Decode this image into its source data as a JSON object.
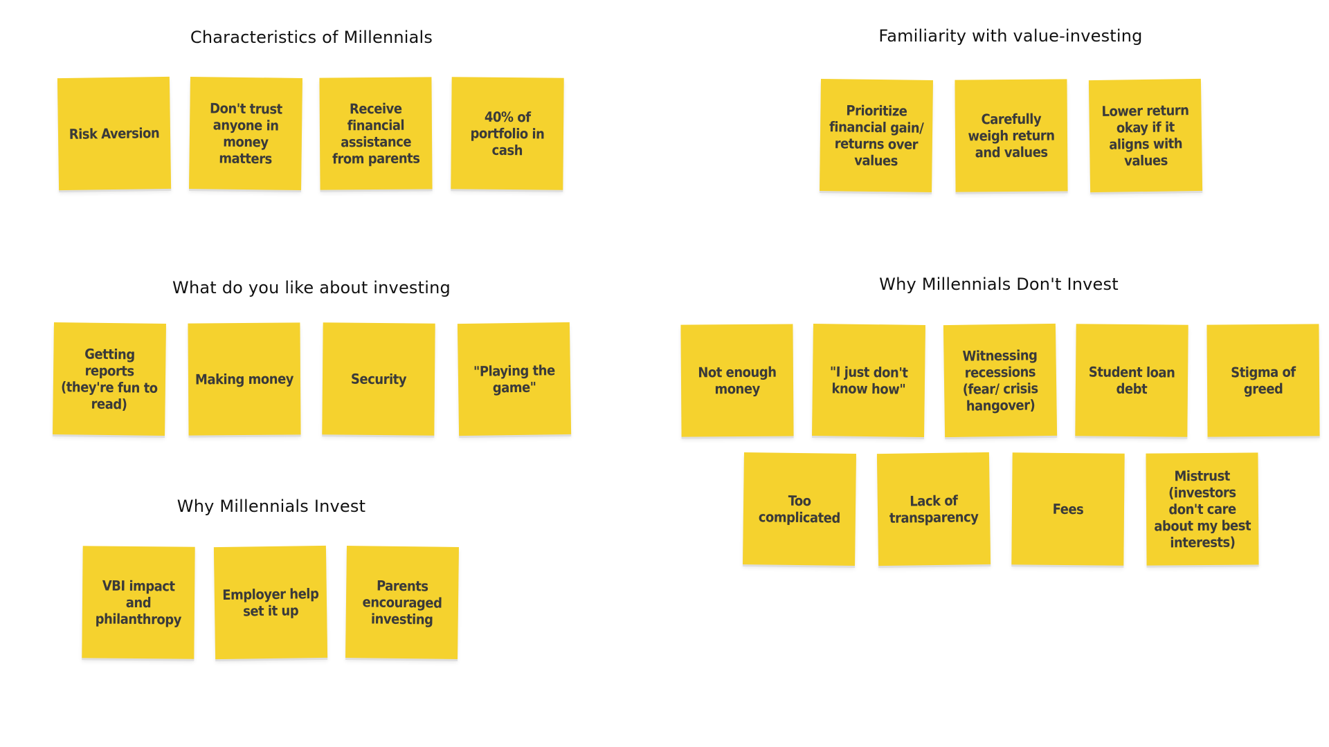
{
  "colors": {
    "note": "#f5d22e",
    "text": "#3a3a3a",
    "heading": "#111111"
  },
  "groups": {
    "characteristics": {
      "title": "Characteristics of Millennials",
      "notes": [
        "Risk Aversion",
        "Don't trust anyone in money matters",
        "Receive financial assistance from parents",
        "40% of portfolio in cash"
      ]
    },
    "familiarity": {
      "title": "Familiarity with value-investing",
      "notes": [
        "Prioritize financial gain/ returns over values",
        "Carefully weigh return and values",
        "Lower return okay if it aligns with values"
      ]
    },
    "like": {
      "title": "What do you like about investing",
      "notes": [
        "Getting reports (they're fun to read)",
        "Making money",
        "Security",
        "\"Playing the game\""
      ]
    },
    "dont_invest": {
      "title": "Why Millennials Don't Invest",
      "notes": [
        "Not enough money",
        "\"I just don't know how\"",
        "Witnessing recessions (fear/ crisis hangover)",
        "Student loan debt",
        "Stigma of greed",
        "Too complicated",
        "Lack of transparency",
        "Fees",
        "Mistrust (investors don't care about my best interests)"
      ]
    },
    "invest": {
      "title": "Why Millennials Invest",
      "notes": [
        "VBI impact and philanthropy",
        "Employer help set it up",
        "Parents encouraged investing"
      ]
    }
  }
}
